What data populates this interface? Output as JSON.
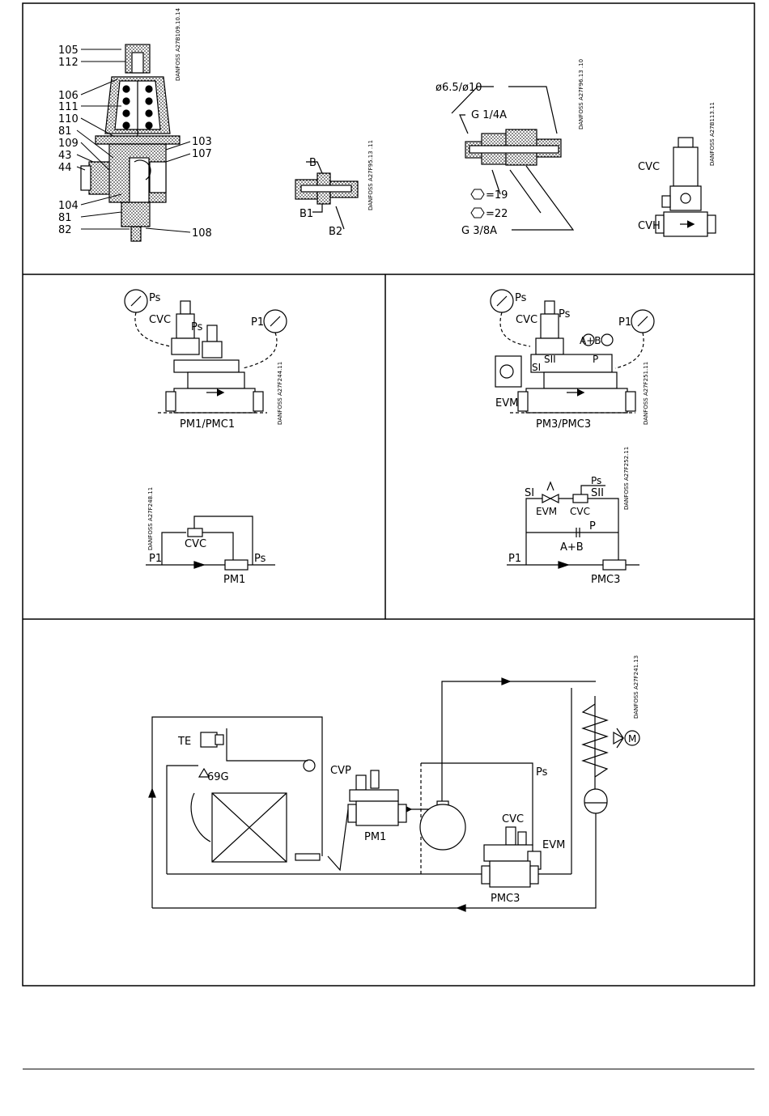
{
  "labels": {
    "p105": "105",
    "p112": "112",
    "p106": "106",
    "p111": "111",
    "p110": "110",
    "p81a": "81",
    "p109": "109",
    "p43": "43",
    "p44": "44",
    "p104": "104",
    "p81b": "81",
    "p82": "82",
    "p103": "103",
    "p107": "107",
    "p108": "108",
    "b": "B",
    "b1": "B1",
    "b2": "B2",
    "phi": "ø6.5/ø10",
    "g14": "G 1/4A",
    "hex19": "=19",
    "hex22": "=22",
    "g38": "G 3/8A",
    "cvc": "CVC",
    "cvh": "CVH",
    "ps": "Ps",
    "p1": "P1",
    "pm1pmc1": "PM1/PMC1",
    "pm3pmc3": "PM3/PMC3",
    "evm": "EVM",
    "si": "SI",
    "sii": "SII",
    "ab": "A+B",
    "p": "P",
    "pm1": "PM1",
    "pmc3": "PMC3",
    "te": "TE",
    "g69": "69G",
    "cvp": "CVP",
    "m": "M"
  },
  "codes": {
    "c1": "DANFOSS A27B109.10.14",
    "c2": "DANFOSS A27F95.13 .11",
    "c3": "DANFOSS A27F96.13 .10",
    "c4": "DANFOSS A27B113.11",
    "c5": "DANFOSS A27F244.11",
    "c6": "DANFOSS A27F251.11",
    "c7": "DANFOSS A27F248.11",
    "c8": "DANFOSS A27F252.11",
    "c9": "DANFOSS A27F241.13"
  }
}
